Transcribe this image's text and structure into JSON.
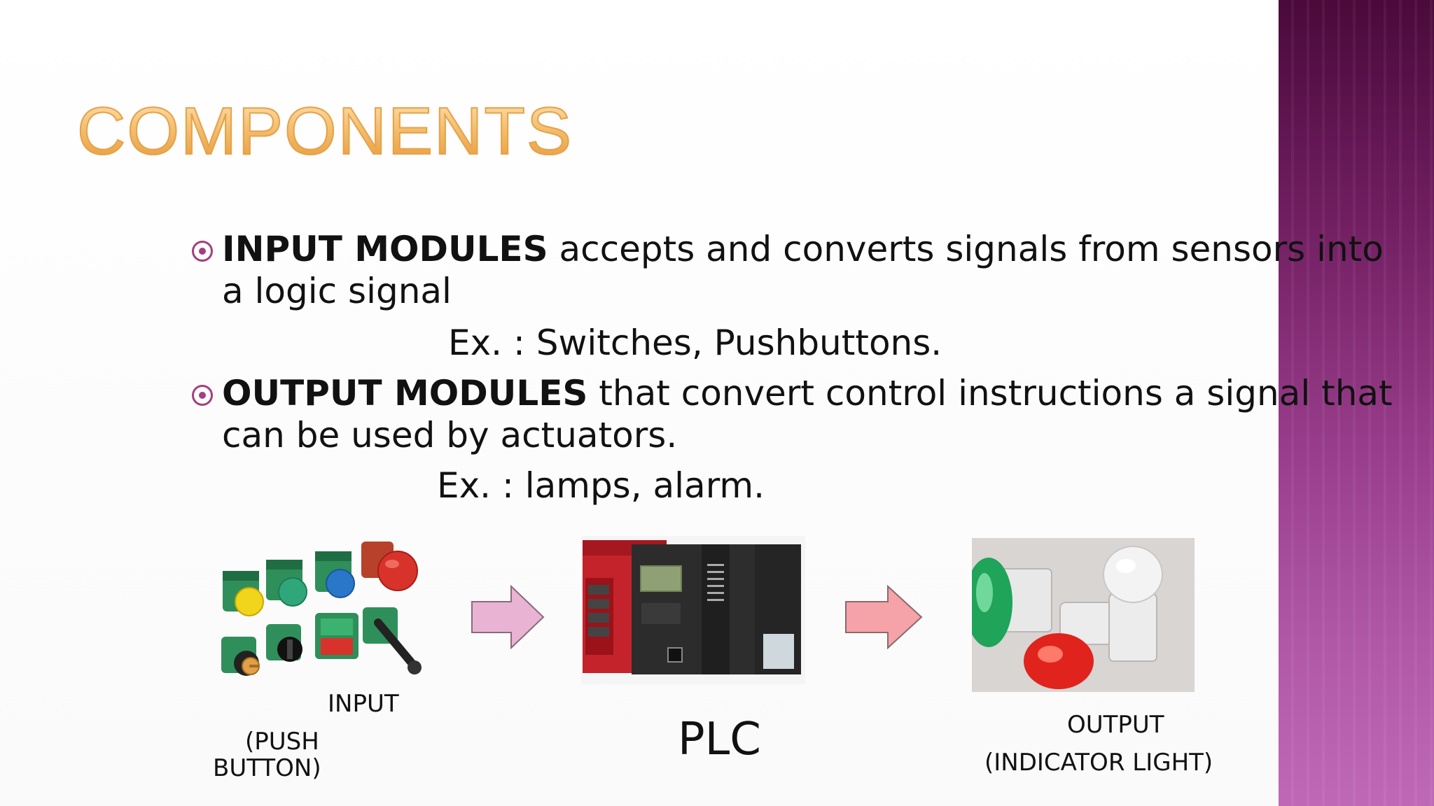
{
  "slide": {
    "title": "COMPONENTS",
    "colors": {
      "title": "#f0b45a",
      "bullet": "#a3407f",
      "text": "#111111",
      "band_top": "#4a0a3a",
      "band_bottom": "#bf69b6",
      "arrow_input": "#e9b4d4",
      "arrow_output": "#f5a3a8"
    },
    "bullets": [
      {
        "bold": "INPUT MODULES",
        "rest_line1": " accepts and converts signals from sensors into",
        "line2": "a logic signal",
        "example": "Ex. : Switches, Pushbuttons."
      },
      {
        "bold": "OUTPUT MODULES",
        "rest_line1": " that convert control instructions a signal that",
        "line2": "can be used by actuators.",
        "example": "Ex. : lamps, alarm."
      }
    ],
    "diagram": {
      "input_label": "INPUT",
      "input_sublabel_1": "(PUSH",
      "input_sublabel_2": "BUTTON)",
      "plc_label": "PLC",
      "output_label": "OUTPUT",
      "output_sublabel": "(INDICATOR LIGHT)",
      "icons": {
        "input_image": "push-buttons-photo",
        "plc_image": "plc-unit-photo",
        "output_image": "indicator-lights-photo",
        "arrow": "right-arrow-icon"
      }
    }
  }
}
